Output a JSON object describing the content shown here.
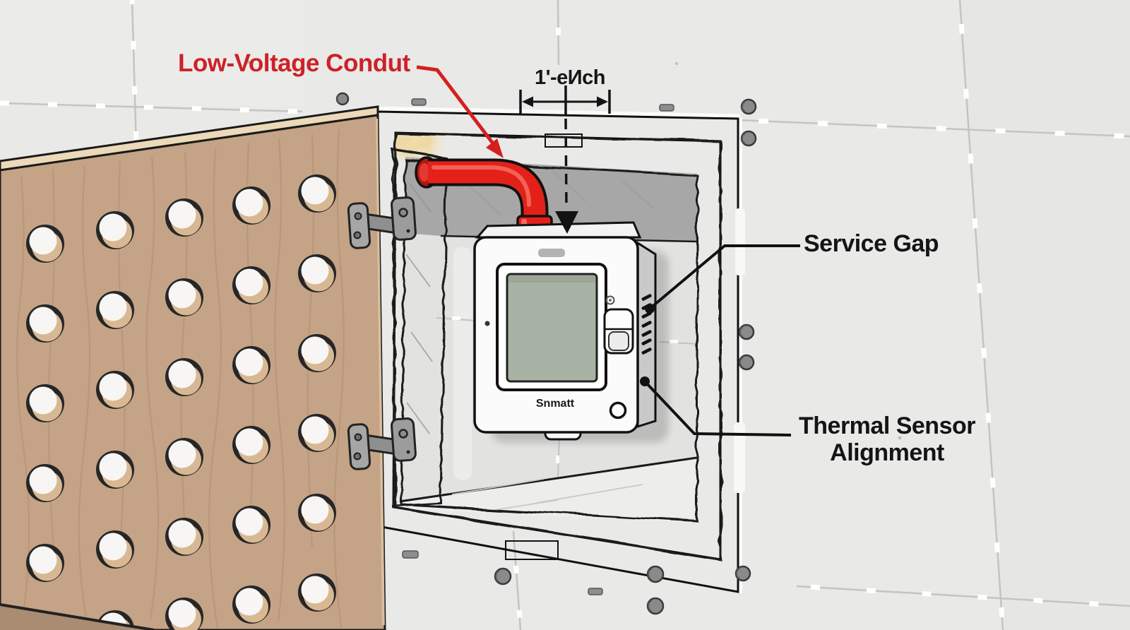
{
  "annotations": {
    "conduit_label": "Low-Voltage Condut",
    "dimension_label": "1'-eИch",
    "service_gap_label": "Service Gap",
    "thermal_sensor_label_line1": "Thermal Sensor",
    "thermal_sensor_label_line2": "Alignment"
  },
  "device": {
    "brand_text": "Snmatt"
  },
  "colors": {
    "label_red": "#cd2127",
    "label_black": "#141414",
    "conduit_red": "#e32119",
    "insulation_yellow": "#f2e0ad",
    "wood_tan": "#c4a386",
    "wall_gray": "#e9e9e8",
    "frame_gray": "#8f8f8f",
    "screen_green": "#a9b3a5"
  }
}
